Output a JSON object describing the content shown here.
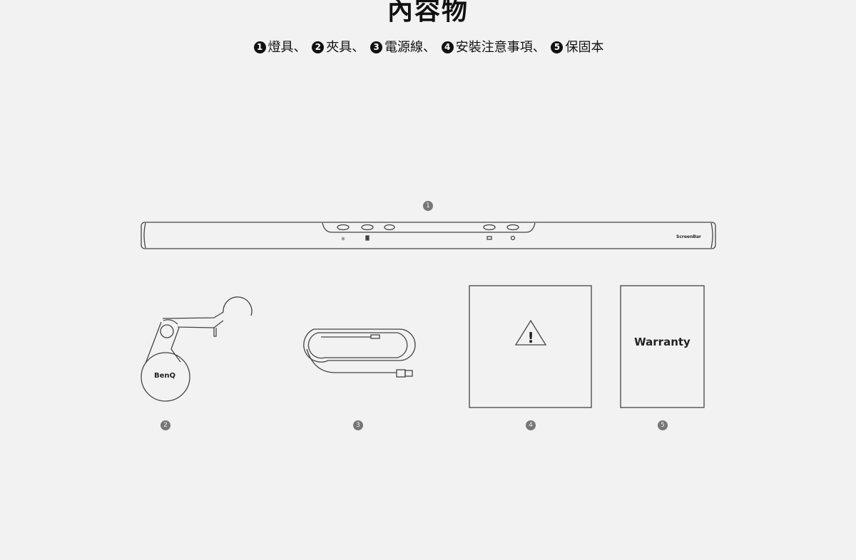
{
  "header": {
    "title": "內容物"
  },
  "items": [
    {
      "num": "1",
      "label": "燈具"
    },
    {
      "num": "2",
      "label": "夾具"
    },
    {
      "num": "3",
      "label": "電源線"
    },
    {
      "num": "4",
      "label": "安裝注意事項"
    },
    {
      "num": "5",
      "label": "保固本"
    }
  ],
  "separator": "、",
  "illustration": {
    "lamp_brand": "ScreenBar",
    "clip_brand": "BenQ",
    "warranty_label": "Warranty",
    "warning_icon": "warning-triangle-icon"
  }
}
